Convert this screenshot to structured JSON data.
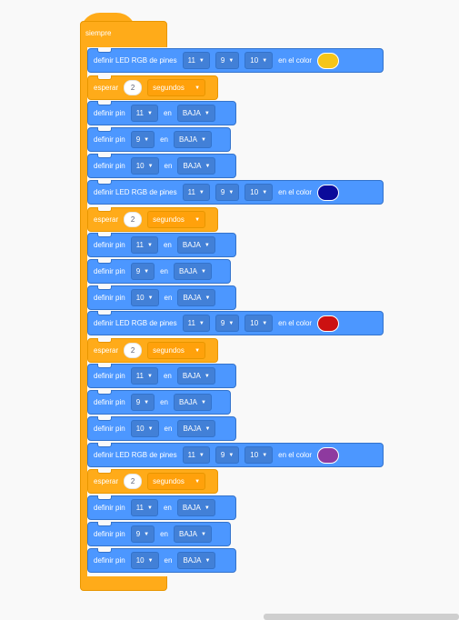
{
  "forever": {
    "label": "siempre"
  },
  "rgb_blocks": [
    {
      "label": "definir LED RGB de pines",
      "pin_r": "11",
      "pin_g": "9",
      "pin_b": "10",
      "suffix": "en el color",
      "color": "#f5c518"
    },
    {
      "label": "definir LED RGB de pines",
      "pin_r": "11",
      "pin_g": "9",
      "pin_b": "10",
      "suffix": "en el color",
      "color": "#0a0a9a"
    },
    {
      "label": "definir LED RGB de pines",
      "pin_r": "11",
      "pin_g": "9",
      "pin_b": "10",
      "suffix": "en el color",
      "color": "#cc1111"
    },
    {
      "label": "definir LED RGB de pines",
      "pin_r": "11",
      "pin_g": "9",
      "pin_b": "10",
      "suffix": "en el color",
      "color": "#8e3a9f"
    }
  ],
  "wait_blocks": [
    {
      "label": "esperar",
      "value": "2",
      "unit": "segundos"
    },
    {
      "label": "esperar",
      "value": "2",
      "unit": "segundos"
    },
    {
      "label": "esperar",
      "value": "2",
      "unit": "segundos"
    },
    {
      "label": "esperar",
      "value": "2",
      "unit": "segundos"
    }
  ],
  "pin_groups": [
    [
      {
        "label": "definir pin",
        "pin": "11",
        "mid": "en",
        "state": "BAJA"
      },
      {
        "label": "definir pin",
        "pin": "9",
        "mid": "en",
        "state": "BAJA"
      },
      {
        "label": "definir pin",
        "pin": "10",
        "mid": "en",
        "state": "BAJA"
      }
    ],
    [
      {
        "label": "definir pin",
        "pin": "11",
        "mid": "en",
        "state": "BAJA"
      },
      {
        "label": "definir pin",
        "pin": "9",
        "mid": "en",
        "state": "BAJA"
      },
      {
        "label": "definir pin",
        "pin": "10",
        "mid": "en",
        "state": "BAJA"
      }
    ],
    [
      {
        "label": "definir pin",
        "pin": "11",
        "mid": "en",
        "state": "BAJA"
      },
      {
        "label": "definir pin",
        "pin": "9",
        "mid": "en",
        "state": "BAJA"
      },
      {
        "label": "definir pin",
        "pin": "10",
        "mid": "en",
        "state": "BAJA"
      }
    ],
    [
      {
        "label": "definir pin",
        "pin": "11",
        "mid": "en",
        "state": "BAJA"
      },
      {
        "label": "definir pin",
        "pin": "9",
        "mid": "en",
        "state": "BAJA"
      },
      {
        "label": "definir pin",
        "pin": "10",
        "mid": "en",
        "state": "BAJA"
      }
    ]
  ],
  "dropdown_arrow": "▼"
}
